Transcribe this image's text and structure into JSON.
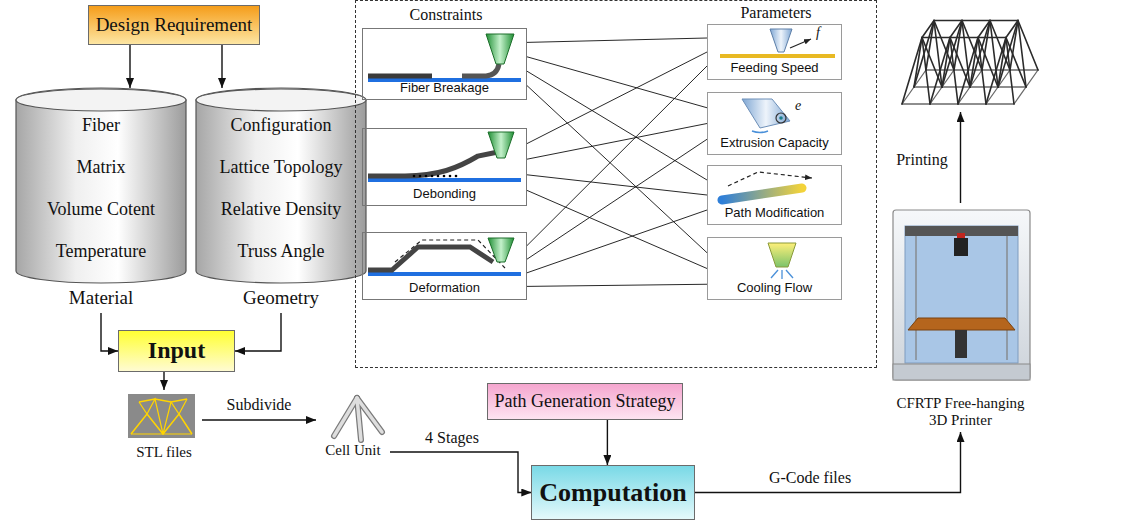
{
  "diagram": {
    "nodes": [
      {
        "text": [
          "Design Requirement"
        ]
      },
      {
        "text": [
          "Fiber",
          "Matrix",
          "Volume Cotent",
          "Temperature",
          "Material"
        ]
      },
      {
        "text": [
          "Configuration",
          "Lattice Topology",
          "Relative Density",
          "Truss Angle",
          "Geometry"
        ]
      },
      {
        "text": [
          "Constraints",
          "Parameters"
        ]
      },
      {
        "text": [
          "Fiber Breakage"
        ],
        "in": 3
      },
      {
        "text": [
          "Debonding"
        ],
        "in": 3
      },
      {
        "text": [
          "Deformation"
        ],
        "in": 3
      },
      {
        "text": [
          "Feeding Speed"
        ],
        "in": 3
      },
      {
        "text": [
          "Extrusion Capacity"
        ],
        "in": 3
      },
      {
        "text": [
          "Path Modification"
        ],
        "in": 3
      },
      {
        "text": [
          "Cooling Flow"
        ],
        "in": 3
      },
      {
        "text": [
          "Input"
        ]
      },
      {
        "text": [
          "STL files"
        ]
      },
      {
        "text": [
          "Cell Unit"
        ]
      },
      {
        "text": [
          "Path Generation Strategy"
        ]
      },
      {
        "text": [
          "Computation"
        ]
      },
      {
        "text": [
          "CFRTP Free-hanging 3D Printer"
        ]
      }
    ],
    "edges": [
      {
        "from": 0,
        "to": 1,
        "arrow": "to"
      },
      {
        "from": 0,
        "to": 2,
        "arrow": "to"
      },
      {
        "from": 1,
        "to": 11,
        "arrow": "to"
      },
      {
        "from": 2,
        "to": 11,
        "arrow": "to"
      },
      {
        "from": 4,
        "to": 7,
        "arrow": "none"
      },
      {
        "from": 4,
        "to": 8,
        "arrow": "none"
      },
      {
        "from": 4,
        "to": 9,
        "arrow": "none"
      },
      {
        "from": 4,
        "to": 10,
        "arrow": "none"
      },
      {
        "from": 5,
        "to": 7,
        "arrow": "none"
      },
      {
        "from": 5,
        "to": 8,
        "arrow": "none"
      },
      {
        "from": 5,
        "to": 9,
        "arrow": "none"
      },
      {
        "from": 5,
        "to": 10,
        "arrow": "none"
      },
      {
        "from": 6,
        "to": 7,
        "arrow": "none"
      },
      {
        "from": 6,
        "to": 8,
        "arrow": "none"
      },
      {
        "from": 6,
        "to": 9,
        "arrow": "none"
      },
      {
        "from": 6,
        "to": 10,
        "arrow": "none"
      },
      {
        "from": 11,
        "to": 12,
        "arrow": "to"
      },
      {
        "from": 12,
        "to": 13,
        "label": "Subdivide",
        "arrow": "to"
      },
      {
        "from": 13,
        "to": 15,
        "label": "4 Stages",
        "arrow": "to"
      },
      {
        "from": 14,
        "to": 15,
        "arrow": "to"
      },
      {
        "from": 15,
        "to": 16,
        "label": "G-Code files",
        "arrow": "to"
      }
    ],
    "labels": [
      "Printing",
      "f",
      "e"
    ]
  }
}
